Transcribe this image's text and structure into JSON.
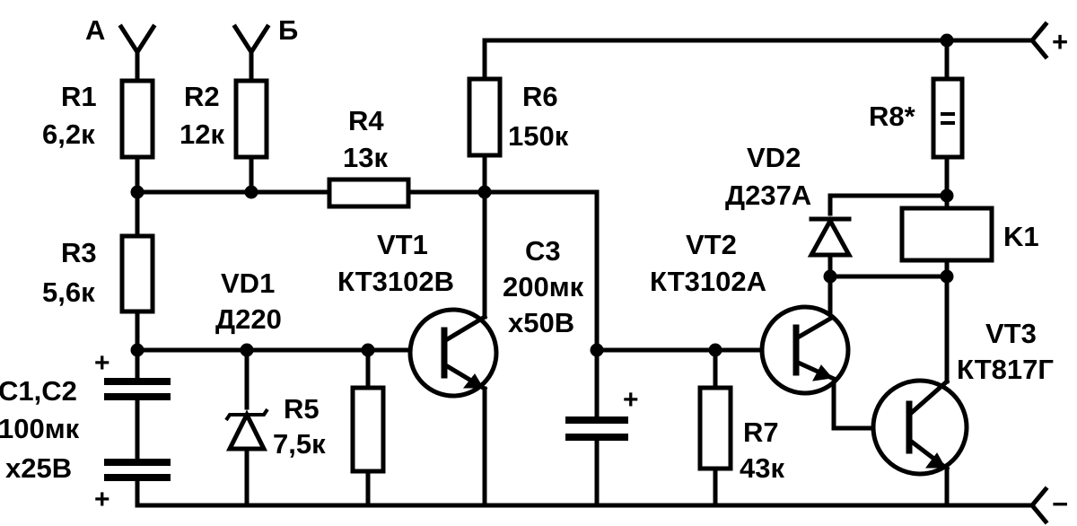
{
  "inputs": {
    "a": "А",
    "b": "Б"
  },
  "supply": {
    "plus": "+",
    "minus": "−"
  },
  "components": {
    "r1": {
      "ref": "R1",
      "value": "6,2к"
    },
    "r2": {
      "ref": "R2",
      "value": "12к"
    },
    "r3": {
      "ref": "R3",
      "value": "5,6к"
    },
    "r4": {
      "ref": "R4",
      "value": "13к"
    },
    "r5": {
      "ref": "R5",
      "value": "7,5к"
    },
    "r6": {
      "ref": "R6",
      "value": "150к"
    },
    "r7": {
      "ref": "R7",
      "value": "43к"
    },
    "r8": {
      "ref": "R8*"
    },
    "c12": {
      "ref": "C1,C2",
      "value": "100мк",
      "voltage": "x25B",
      "plus_top": "+",
      "plus_bottom": "+"
    },
    "c3": {
      "ref": "C3",
      "value": "200мк",
      "voltage": "x50B",
      "plus": "+"
    },
    "vd1": {
      "ref": "VD1",
      "type": "Д220"
    },
    "vd2": {
      "ref": "VD2",
      "type": "Д237А"
    },
    "vt1": {
      "ref": "VT1",
      "type": "КТ3102В"
    },
    "vt2": {
      "ref": "VT2",
      "type": "КТ3102А"
    },
    "vt3": {
      "ref": "VT3",
      "type": "КТ817Г"
    },
    "k1": {
      "ref": "K1"
    }
  },
  "colors": {
    "ink": "#000000",
    "paper": "#ffffff"
  }
}
